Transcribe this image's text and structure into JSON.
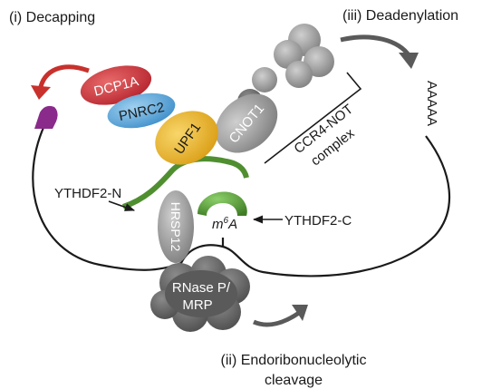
{
  "diagram": {
    "labels": {
      "decapping": "(i) Decapping",
      "deadenylation": "(iii) Deadenylation",
      "endo_line1": "(ii) Endoribonucleolytic",
      "endo_line2": "cleavage",
      "ccr4_line1": "CCR4-NOT",
      "ccr4_line2": "complex",
      "ythdf2_n": "YTHDF2-N",
      "ythdf2_c": "YTHDF2-C",
      "m6a_m": "m",
      "m6a_sup": "6",
      "m6a_a": "A",
      "poly_a": "AAAAA"
    },
    "proteins": {
      "dcp1a": "DCP1A",
      "pnrc2": "PNRC2",
      "upf1": "UPF1",
      "cnot1": "CNOT1",
      "hrsp12": "HRSP12",
      "rnase_line1": "RNase P/",
      "rnase_line2": "MRP"
    },
    "colors": {
      "dcp1a": "#d0303a",
      "pnrc2": "#5aa9dc",
      "upf1": "#efb41e",
      "gray": "#9a9a9a",
      "dark_gray": "#6e6e6e",
      "green": "#5b9a3c",
      "cap": "#8a2a8a",
      "arrow_red": "#c8312c",
      "arrow_gray": "#5a5a5a",
      "line": "#1a1a1a"
    }
  }
}
